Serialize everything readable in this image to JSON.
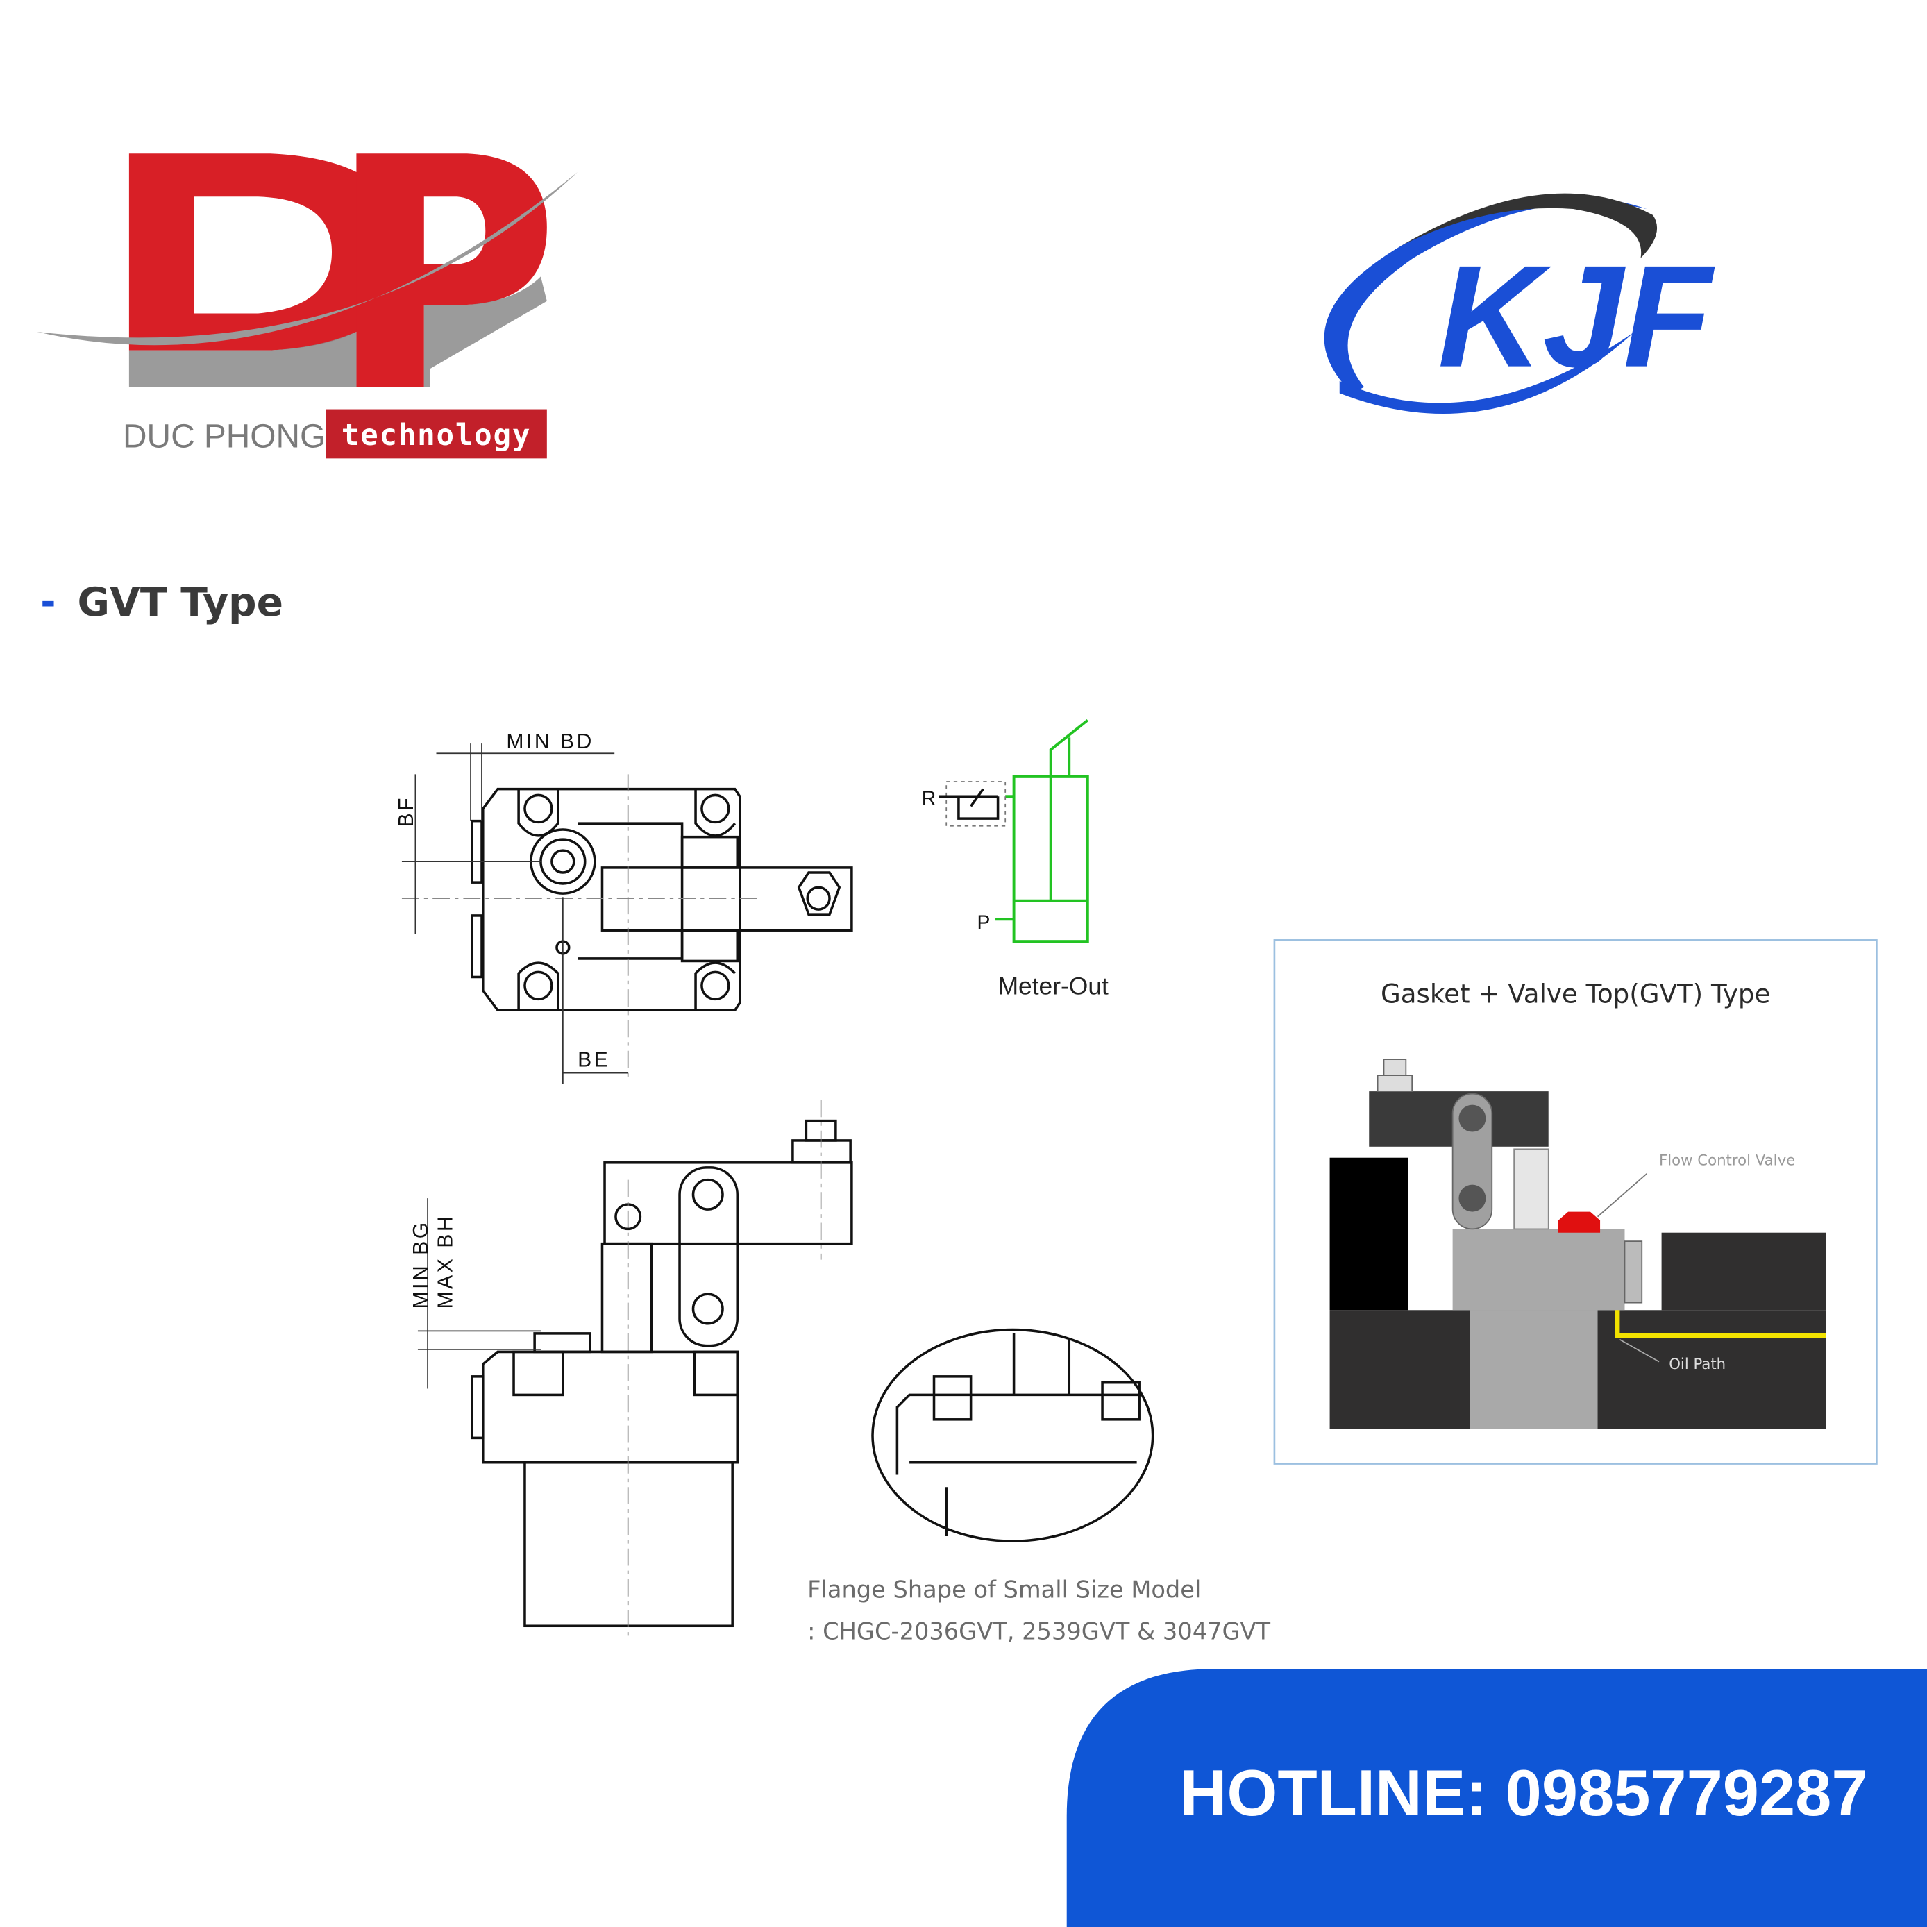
{
  "brand_left": {
    "name": "DP",
    "subtitle_left": "DUC PHONG",
    "subtitle_right": "technology",
    "colors": {
      "red": "#d81f26",
      "gray": "#8a8a8a"
    }
  },
  "brand_right": {
    "name": "KJF",
    "colors": {
      "blue": "#1a4fd6",
      "dark": "#333333"
    }
  },
  "section": {
    "bullet": "-",
    "title": "GVT Type"
  },
  "top_view": {
    "dims": {
      "min_bd": "MIN BD",
      "bf": "BF",
      "be": "BE"
    }
  },
  "circuit": {
    "r_label": "R",
    "p_label": "P",
    "caption": "Meter-Out",
    "color": "#22c322"
  },
  "side_view": {
    "dims": {
      "min_bg": "MIN BG",
      "max_bh": "MAX BH"
    }
  },
  "flange_caption": {
    "line1": "Flange Shape of Small Size Model",
    "line2": ": CHGC-2036GVT, 2539GVT & 3047GVT"
  },
  "gvt_panel": {
    "title": "Gasket + Valve Top(GVT) Type",
    "flow_valve_label": "Flow Control Valve",
    "oil_path_label": "Oil Path",
    "colors": {
      "valve": "#e01010",
      "oil": "#f2e200"
    }
  },
  "hotline": {
    "text": "HOTLINE: 0985779287",
    "color": "#0f56d6"
  }
}
